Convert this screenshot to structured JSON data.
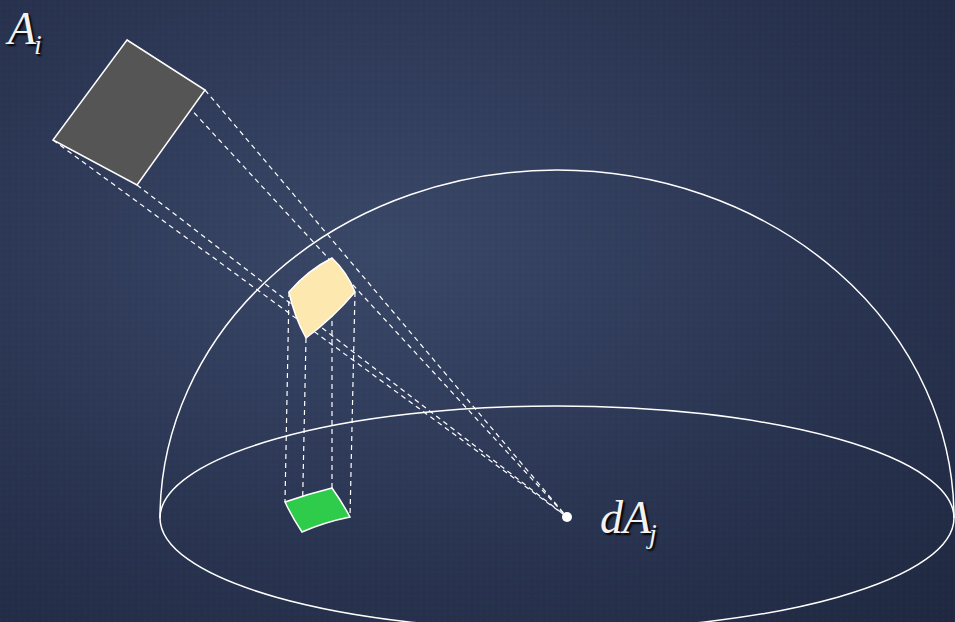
{
  "diagram": {
    "labels": [
      "A",
      "i",
      "dA",
      "j"
    ]
  }
}
